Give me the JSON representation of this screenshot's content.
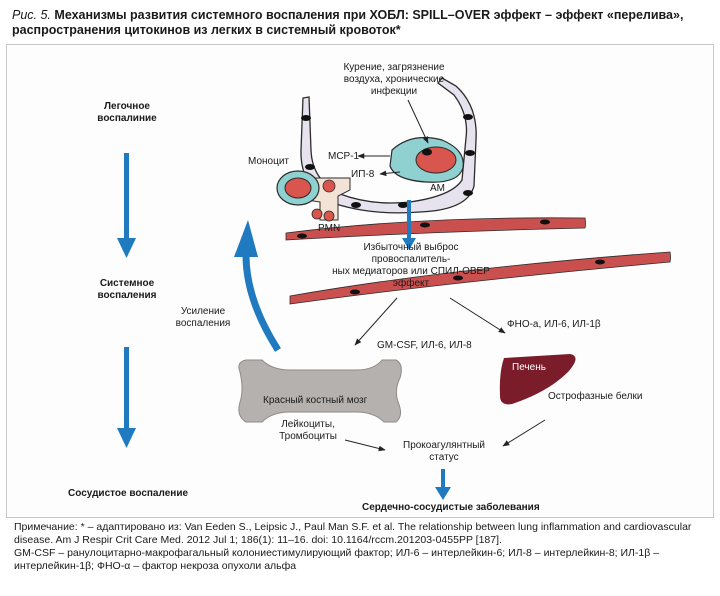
{
  "figure": {
    "prefix": "Рис. 5.",
    "title_line1": "Механизмы развития системного воспаления при ХОБЛ: SPILL–OVER эффект – эффект «перелива»,",
    "title_line2": "распространения цитокинов из легких в системный кровоток*"
  },
  "stages": {
    "lung": [
      "Легочное",
      "воспалиние"
    ],
    "systemic": [
      "Системное",
      "воспаления"
    ],
    "vascular": "Сосудистое воспаление"
  },
  "labels": {
    "triggers": [
      "Курение, загрязнение",
      "воздуха, хронические",
      "инфекции"
    ],
    "mcp1": "MCP-1",
    "il8_cell": "ИП-8",
    "am": "АМ",
    "monocyte": "Моноцит",
    "pmn": "PMN",
    "overflow": [
      "Избыточный выброс провоспалитель-",
      "ных медиаторов или СПИЛ-ОВЕР",
      "эффект"
    ],
    "amplification": [
      "Усиление",
      "воспаления"
    ],
    "marrow_cytokines": "GM-CSF, ИЛ-6, ИЛ-8",
    "liver_cytokines": "ФНО-а, ИЛ-6, ИЛ-1β",
    "liver": "Печень",
    "bone_marrow": "Красный костный мозг",
    "acute_phase": "Острофазные белки",
    "leukocytes": [
      "Лейкоциты,",
      "Тромбоциты"
    ],
    "procoagulant": [
      "Прокоагулянтный",
      "статус"
    ],
    "cvd": "Сердечно-сосудистые заболевания"
  },
  "notes": {
    "source": "Примечание: * – адаптировано из: Van Eeden S., Leipsic J., Paul Man S.F. et al. The relationship between lung inflammation and cardiovascular disease. Am J Respir Crit Care Med. 2012 Jul 1; 186(1): 11–16. doi: 10.1164/rccm.201203-0455PP [187].",
    "abbreviations": "GM-CSF – ранулоцитарно-макрофагальный колониестимулирующий фактор; ИЛ-6 – интерлейкин-6; ИЛ-8 – интерлейкин-8; ИЛ-1β – интерлейкин-1β; ФНО-α – фактор некроза опухоли альфа"
  },
  "colors": {
    "blue_arrow": "#1f7ac0",
    "vessel": "#c9504f",
    "vessel_dark": "#2a1a1a",
    "cell_teal": "#8fd1d0",
    "cell_red": "#d8564d",
    "airway_fill": "#e6e2ee",
    "bone": "#b5b1ae",
    "liver": "#7b1c2b"
  }
}
